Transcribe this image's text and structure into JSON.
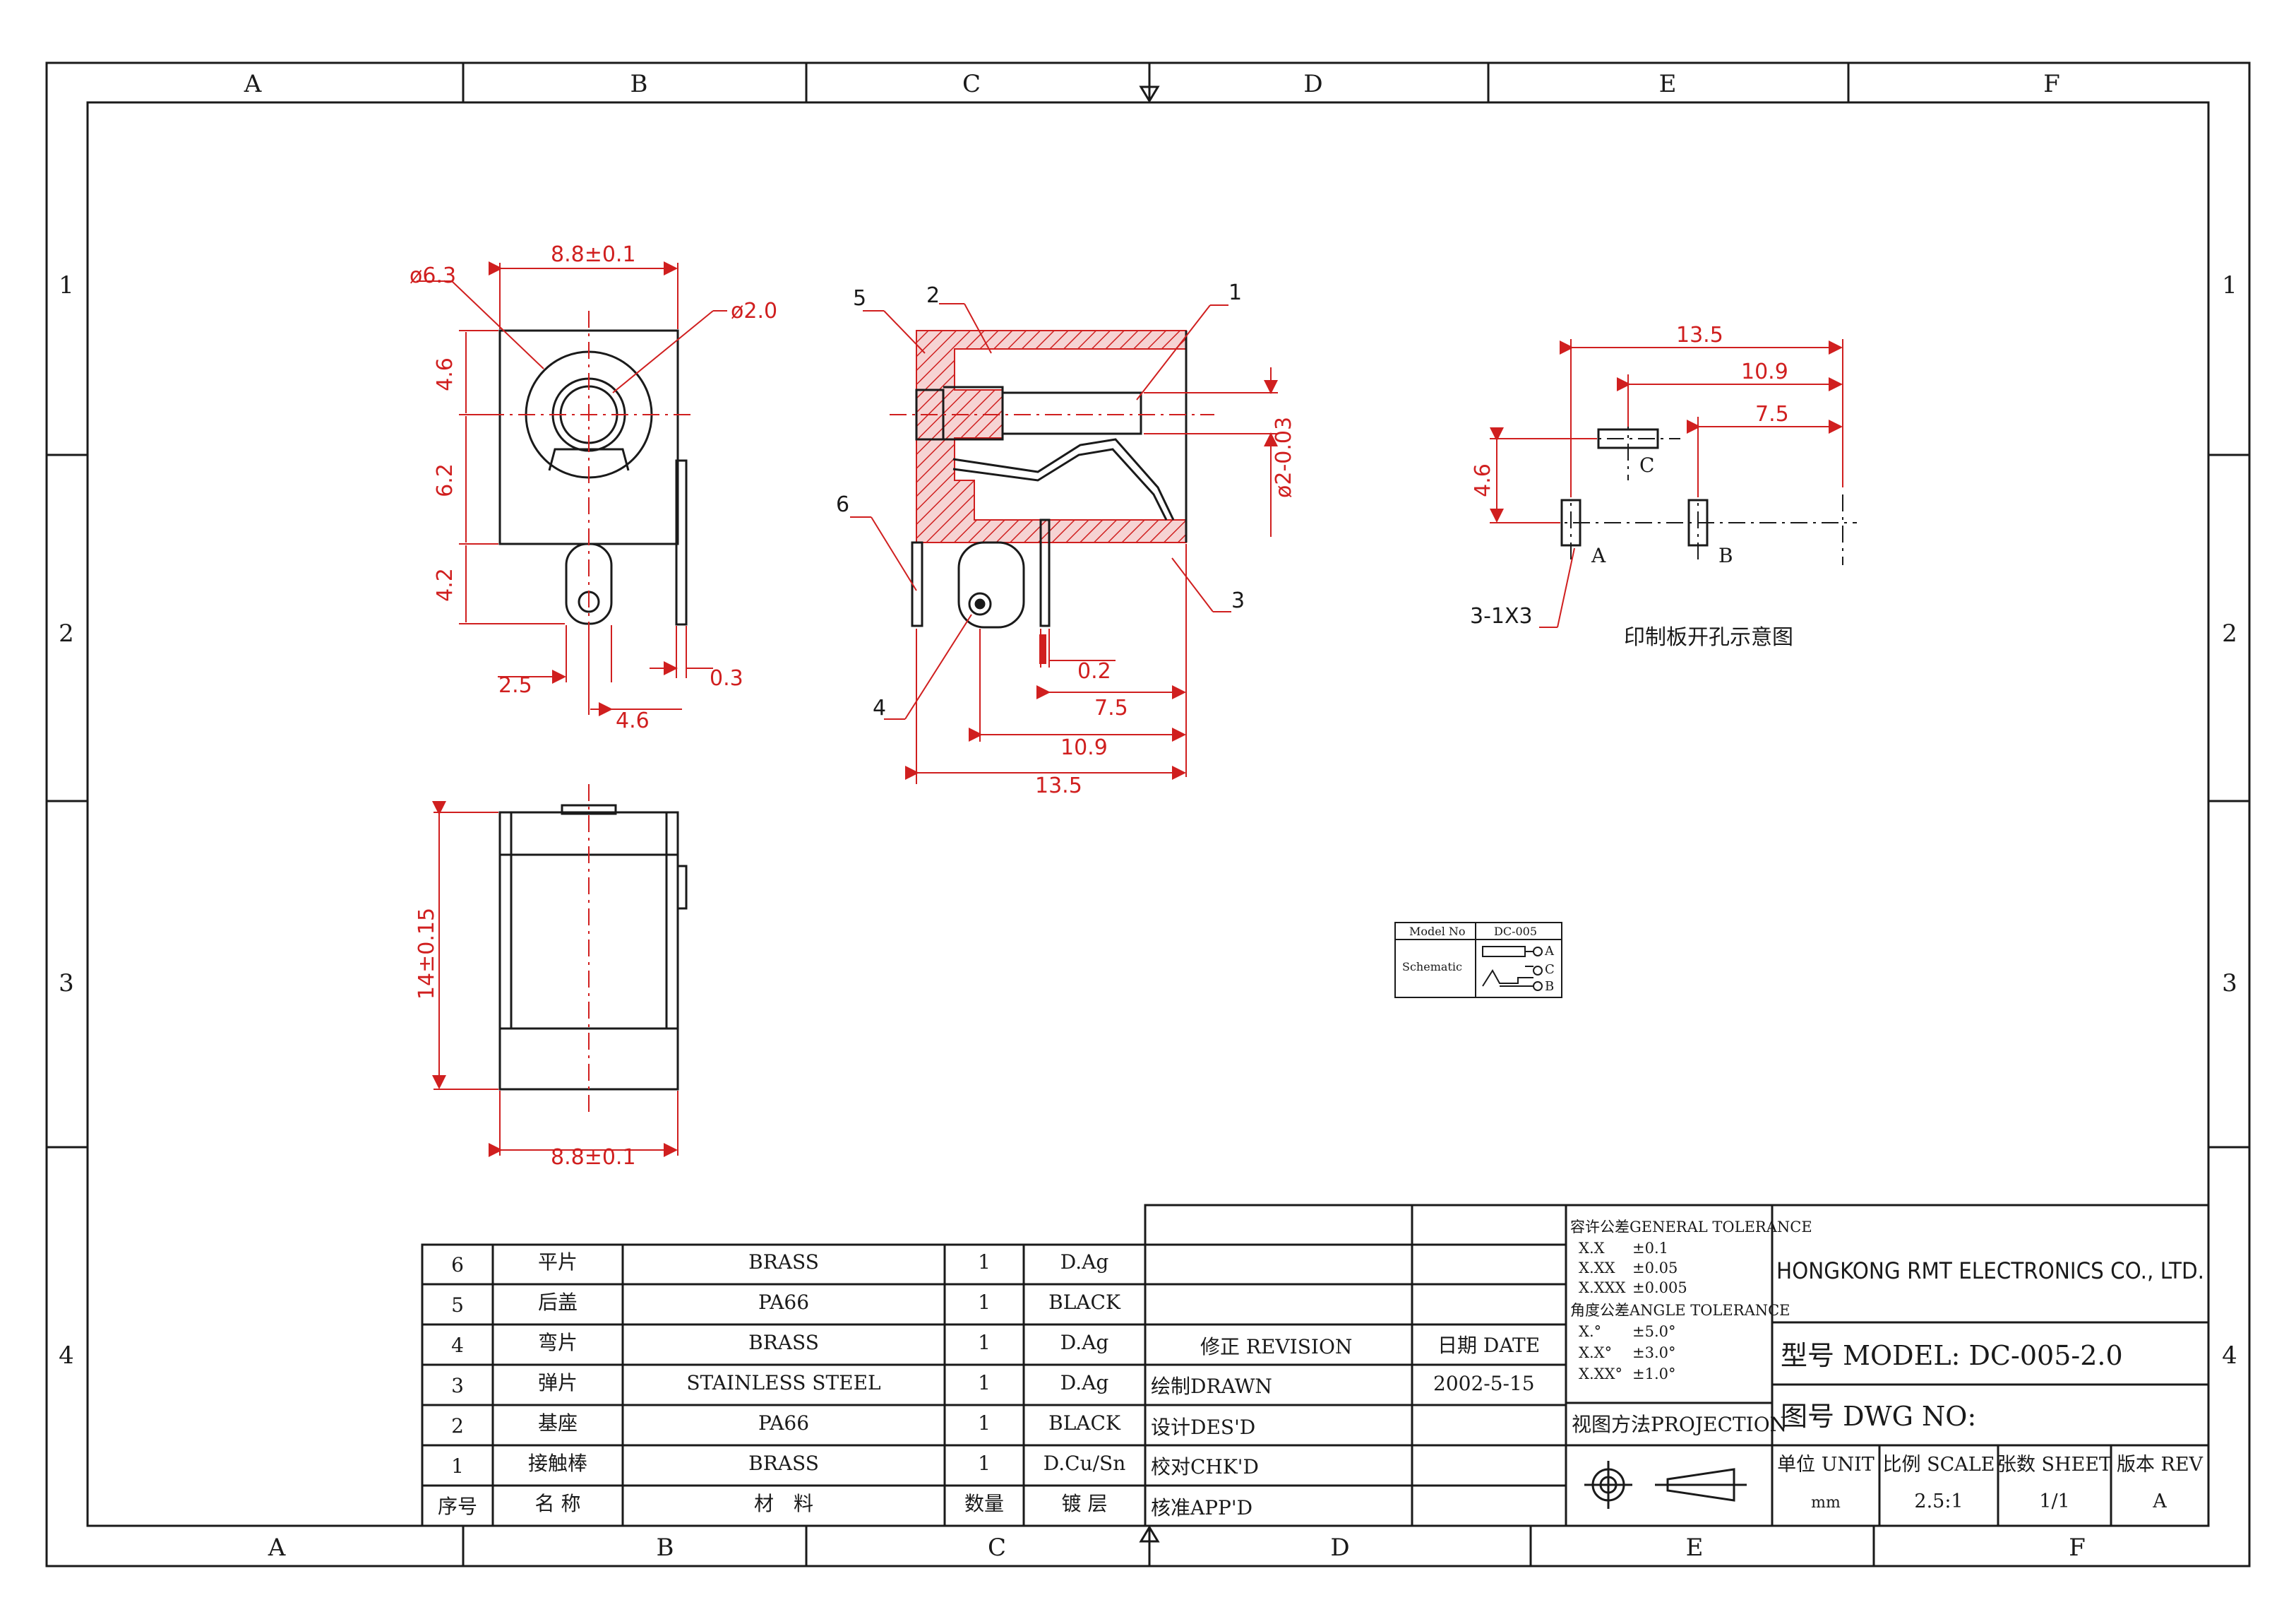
{
  "colors": {
    "line": "#1a1a1a",
    "dim": "#d01f1f",
    "hatch": "#d01f1f",
    "paper": "#ffffff"
  },
  "border": {
    "cols_top": [
      "A",
      "B",
      "C",
      "D",
      "E",
      "F"
    ],
    "cols_bottom": [
      "A",
      "B",
      "C",
      "D",
      "E",
      "F"
    ],
    "rows": [
      "1",
      "2",
      "3",
      "4"
    ]
  },
  "front_view": {
    "width": "8.8±0.1",
    "outer_dia": "ø6.3",
    "pin_dia": "ø2.0",
    "h1": "4.6",
    "h2": "6.2",
    "h3": "4.2",
    "pin_x": "2.5",
    "pin_gap": "4.6",
    "tab_t": "0.3"
  },
  "section_view": {
    "callouts": [
      "1",
      "2",
      "3",
      "4",
      "5",
      "6"
    ],
    "pin_dia": "ø2-0.03",
    "tab_t": "0.2",
    "l1": "7.5",
    "l2": "10.9",
    "l3": "13.5"
  },
  "bottom_view": {
    "height": "14±0.15",
    "width": "8.8±0.1"
  },
  "pcb_layout": {
    "d1": "13.5",
    "d2": "10.9",
    "d3": "7.5",
    "d4": "4.6",
    "pad_a": "A",
    "pad_b": "B",
    "pad_c": "C",
    "slot": "3-1X3",
    "caption": "印制板开孔示意图"
  },
  "schematic": {
    "model_label": "Model No",
    "model_value": "DC-005",
    "sch_label": "Schematic",
    "pin_a": "A",
    "pin_c": "C",
    "pin_b": "B"
  },
  "bom": {
    "headers": [
      "序号",
      "名 称",
      "材　料",
      "数量",
      "镀 层"
    ],
    "rows": [
      [
        "6",
        "平片",
        "BRASS",
        "1",
        "D.Ag"
      ],
      [
        "5",
        "后盖",
        "PA66",
        "1",
        "BLACK"
      ],
      [
        "4",
        "弯片",
        "BRASS",
        "1",
        "D.Ag"
      ],
      [
        "3",
        "弹片",
        "STAINLESS STEEL",
        "1",
        "D.Ag"
      ],
      [
        "2",
        "基座",
        "PA66",
        "1",
        "BLACK"
      ],
      [
        "1",
        "接触棒",
        "BRASS",
        "1",
        "D.Cu/Sn"
      ]
    ]
  },
  "revision": {
    "revision_label": "修正 REVISION",
    "date_label": "日期 DATE",
    "drawn_label": "绘制DRAWN",
    "drawn_date": "2002-5-15",
    "design_label": "设计DES'D",
    "check_label": "校对CHK'D",
    "approve_label": "核准APP'D"
  },
  "tolerance": {
    "general": "容许公差GENERAL TOLERANCE",
    "rows": [
      [
        "X.X",
        "±0.1"
      ],
      [
        "X.XX",
        "±0.05"
      ],
      [
        "X.XXX",
        "±0.005"
      ]
    ],
    "angle": "角度公差ANGLE TOLERANCE",
    "angle_rows": [
      [
        "X.°",
        "±5.0°"
      ],
      [
        "X.X°",
        "±3.0°"
      ],
      [
        "X.XX°",
        "±1.0°"
      ]
    ],
    "projection": "视图方法PROJECTION"
  },
  "title_block": {
    "company": "HONGKONG RMT ELECTRONICS CO., LTD.",
    "model": "型号 MODEL: DC-005-2.0",
    "dwg": "图号 DWG NO:",
    "unit_label": "单位 UNIT",
    "unit": "mm",
    "scale_label": "比例 SCALE",
    "scale": "2.5:1",
    "sheet_label": "张数 SHEET",
    "sheet": "1/1",
    "rev_label": "版本 REV",
    "rev": "A"
  }
}
